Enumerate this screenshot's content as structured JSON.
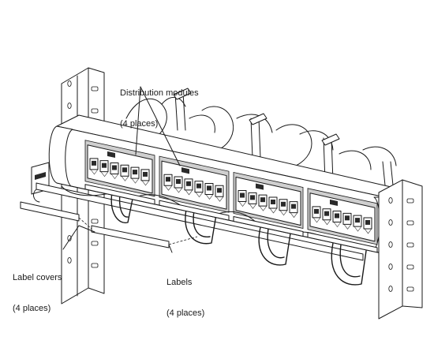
{
  "callouts": {
    "distribution_modules": {
      "line1": "Distribution modules",
      "line2": "(4 places)"
    },
    "label_covers": {
      "line1": "Label covers",
      "line2": "(4 places)"
    },
    "labels": {
      "line1": "Labels",
      "line2": "(4 places)"
    }
  },
  "counts": {
    "modules": 4,
    "ports_per_module": 6,
    "cable_managers": 4
  }
}
